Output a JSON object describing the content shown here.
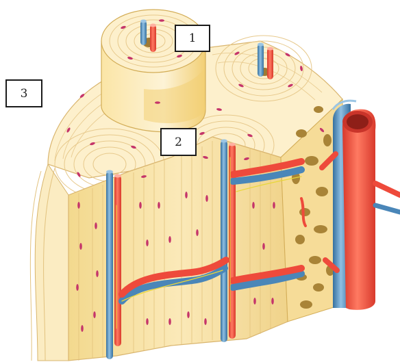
{
  "labels": [
    {
      "id": "1",
      "text": "1",
      "refers_to": "osteon-cylinder"
    },
    {
      "id": "2",
      "text": "2",
      "refers_to": "osteon-cross-section"
    },
    {
      "id": "3",
      "text": "3",
      "refers_to": "periosteum-outer-layer"
    }
  ],
  "colors": {
    "bone_light": "#fdf0cc",
    "bone_mid": "#f6dc98",
    "bone_dark": "#ecc56a",
    "lamella_line": "#e7c98c",
    "osteocyte": "#c5356a",
    "canaliculi": "#e5a6a6",
    "artery": "#ee4a3b",
    "artery_light": "#ff8a75",
    "vein": "#4a86b8",
    "vein_light": "#9bc5e4",
    "nerve": "#e8d63a",
    "spongy_bone": "#d6b260",
    "marrow_space": "#9e7a34"
  }
}
